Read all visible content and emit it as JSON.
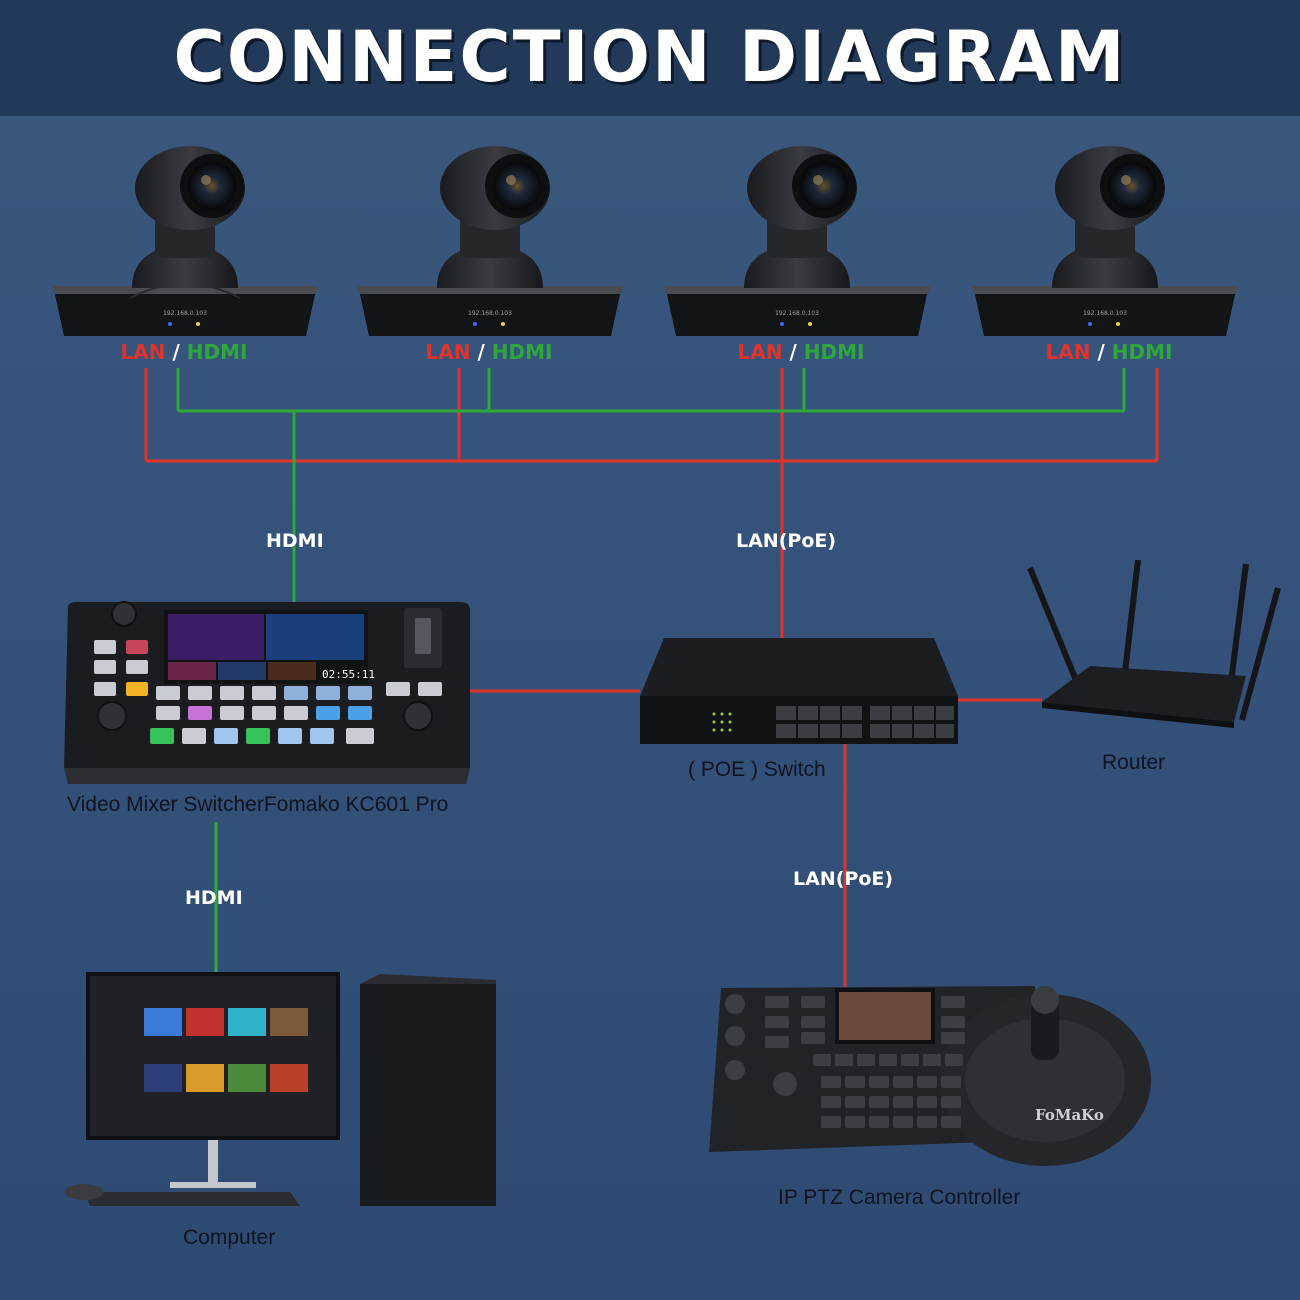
{
  "title": "CONNECTION DIAGRAM",
  "cameras": [
    {
      "lan": "LAN",
      "sep": "/",
      "hdmi": "HDMI",
      "screen_text": "192.168.0.103"
    },
    {
      "lan": "LAN",
      "sep": "/",
      "hdmi": "HDMI",
      "screen_text": "192.168.0.103"
    },
    {
      "lan": "LAN",
      "sep": "/",
      "hdmi": "HDMI",
      "screen_text": "192.168.0.103"
    },
    {
      "lan": "LAN",
      "sep": "/",
      "hdmi": "HDMI",
      "screen_text": "192.168.0.103"
    }
  ],
  "connections": {
    "cam_to_mixer": "HDMI",
    "cam_to_switch": "LAN(PoE)",
    "mixer_to_computer": "HDMI",
    "switch_to_controller": "LAN(PoE)"
  },
  "devices": {
    "mixer": "Video Mixer SwitcherFomako KC601 Pro",
    "switch": "( POE ) Switch",
    "router": "Router",
    "computer": "Computer",
    "controller": "IP PTZ Camera Controller"
  },
  "mixer_screen": {
    "timecode": "02:55:11"
  },
  "controller_brand": "FoMaKo",
  "colors": {
    "lan": "#e0332c",
    "hdmi": "#2ea83a",
    "background": "#34527a",
    "title_bar": "#23395a"
  }
}
